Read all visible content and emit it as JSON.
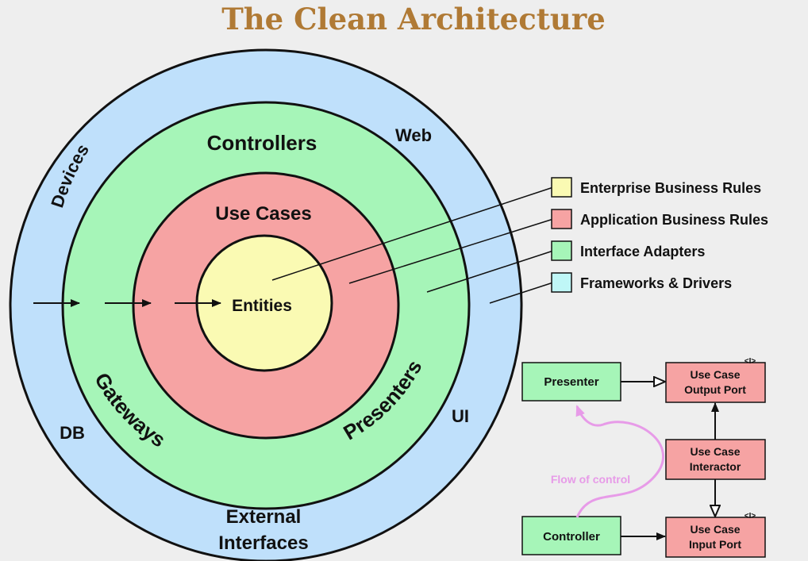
{
  "title": "The Clean Architecture",
  "colors": {
    "title": "#b07a35",
    "frameworks": "#bfe0fb",
    "adapters": "#a6f5b8",
    "application": "#f6a3a3",
    "enterprise": "#fafab3",
    "legend_frameworks": "#bff7f7",
    "flow": "#e79be8",
    "background": "#eeeeee"
  },
  "rings": {
    "outer": {
      "labels": {
        "devices": "Devices",
        "web": "Web",
        "db": "DB",
        "ui": "UI",
        "external_line1": "External",
        "external_line2": "Interfaces"
      }
    },
    "adapters": {
      "labels": {
        "controllers": "Controllers",
        "gateways": "Gateways",
        "presenters": "Presenters"
      }
    },
    "use_cases": {
      "label": "Use Cases"
    },
    "entities": {
      "label": "Entities"
    }
  },
  "legend": [
    {
      "label": "Enterprise Business Rules",
      "color": "#fafab3"
    },
    {
      "label": "Application Business Rules",
      "color": "#f6a3a3"
    },
    {
      "label": "Interface Adapters",
      "color": "#a6f5b8"
    },
    {
      "label": "Frameworks & Drivers",
      "color": "#bff7f7"
    }
  ],
  "flow_diagram": {
    "presenter": "Presenter",
    "controller": "Controller",
    "output_port_line1": "Use Case",
    "output_port_line2": "Output Port",
    "interactor_line1": "Use Case",
    "interactor_line2": "Interactor",
    "input_port_line1": "Use Case",
    "input_port_line2": "Input Port",
    "interface_mark": "<I>",
    "flow_label": "Flow of control"
  }
}
